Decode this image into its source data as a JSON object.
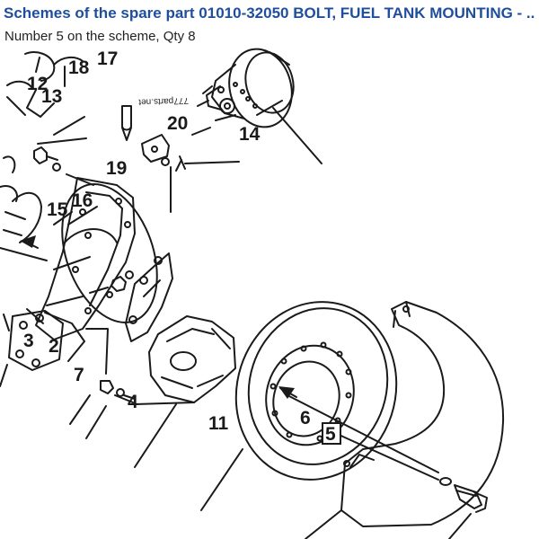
{
  "header": {
    "title": "Schemes of the spare part 01010-32050 BOLT, FUEL TANK MOUNTING - ...",
    "subtitle": "Number 5 on the scheme, Qty 8"
  },
  "diagram": {
    "watermark": "777parts.net",
    "highlighted_callout": "5",
    "callouts": {
      "c17": "17",
      "c18": "18",
      "c12": "12",
      "c13": "13",
      "c20": "20",
      "c14": "14",
      "c19": "19",
      "c16": "16",
      "c15": "15",
      "c3": "3",
      "c2": "2",
      "c7": "7",
      "c4": "4",
      "c11": "11",
      "c6": "6"
    }
  },
  "colors": {
    "title": "#1f4e9c",
    "line": "#1a1a1a"
  }
}
